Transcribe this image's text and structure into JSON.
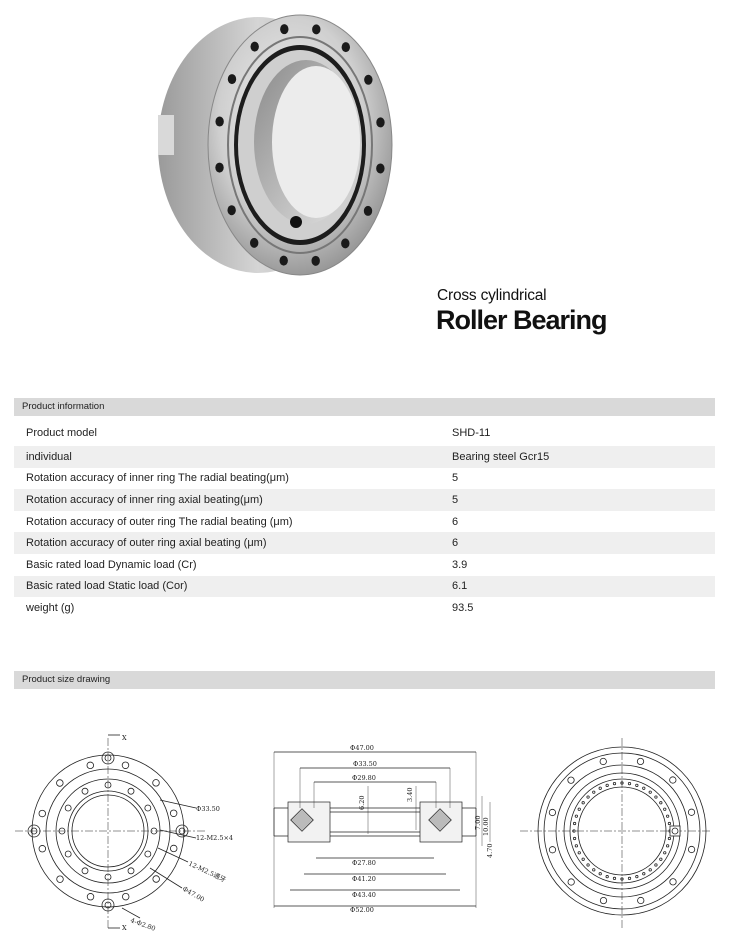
{
  "header": {
    "subtitle": "Cross cylindrical",
    "title": "Roller Bearing"
  },
  "sections": {
    "info_label": "Product information",
    "drawing_label": "Product size drawing"
  },
  "specs": [
    {
      "label": "Product model",
      "value": "SHD-11"
    },
    {
      "label": "individual",
      "value": "Bearing steel Gcr15"
    },
    {
      "label": "Rotation accuracy of inner ring The radial beating(μm)",
      "value": "5"
    },
    {
      "label": "Rotation accuracy of inner ring axial beating(μm)",
      "value": "5"
    },
    {
      "label": "Rotation accuracy of outer ring The radial beating (μm)",
      "value": "6"
    },
    {
      "label": "Rotation accuracy of outer ring axial beating (μm)",
      "value": "6"
    },
    {
      "label": "Basic rated load Dynamic load (Cr)",
      "value": "3.9"
    },
    {
      "label": "Basic rated load Static load (Cor)",
      "value": "6.1"
    },
    {
      "label": "weight (g)",
      "value": "93.5"
    }
  ],
  "drawing": {
    "left": {
      "x_label_top": "X",
      "x_label_bottom": "X",
      "d1": "Φ33.50",
      "d2": "12-M2.5×4",
      "d3": "12-M2.5通牙",
      "d4": "Φ47.00",
      "d5": "4-Φ2.80"
    },
    "middle": {
      "od1": "Φ47.00",
      "od2": "Φ33.50",
      "od3": "Φ29.80",
      "h1": "6.20",
      "h2": "3.40",
      "h3": "10.00",
      "h4": "7.00",
      "h5": "4.70",
      "id1": "Φ27.80",
      "id2": "Φ41.20",
      "id3": "Φ43.40",
      "id4": "Φ52.00"
    }
  }
}
